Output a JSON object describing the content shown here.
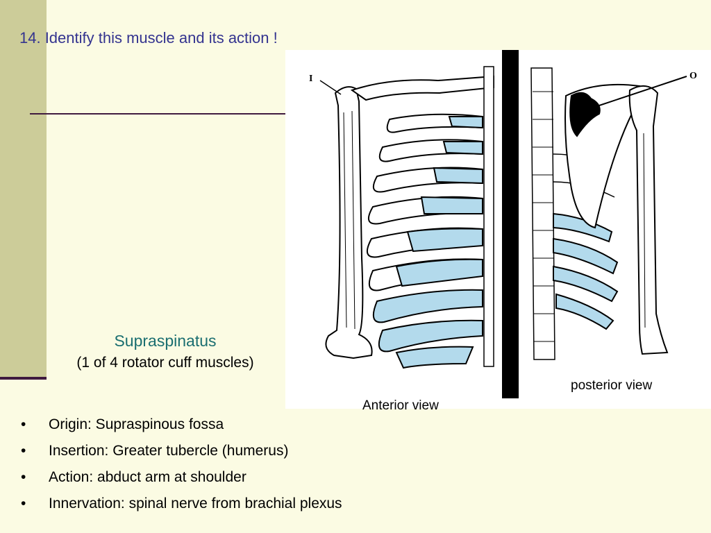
{
  "slide": {
    "title": "14. Identify this muscle and its action !",
    "muscle_name": "Supraspinatus",
    "muscle_note": "(1 of 4 rotator cuff muscles)"
  },
  "figure": {
    "insertion_marker": "I",
    "origin_marker": "O",
    "anterior_label": "Anterior view",
    "posterior_label": "posterior view",
    "bone_color": "#ffffff",
    "cartilage_color": "#b3daec",
    "muscle_color": "#000000"
  },
  "bullets": [
    {
      "symbol": "•",
      "text": "Origin: Supraspinous fossa"
    },
    {
      "symbol": "•",
      "text": "Insertion: Greater tubercle (humerus)"
    },
    {
      "symbol": "•",
      "text": "Action: abduct arm at shoulder"
    },
    {
      "symbol": "•",
      "text": "Innervation: spinal nerve from brachial plexus"
    }
  ],
  "colors": {
    "background": "#fbfbe3",
    "sidebar": "#cccc99",
    "title_text": "#33338f",
    "muscle_name_text": "#1a6e70",
    "rule": "#3f1a3f"
  }
}
